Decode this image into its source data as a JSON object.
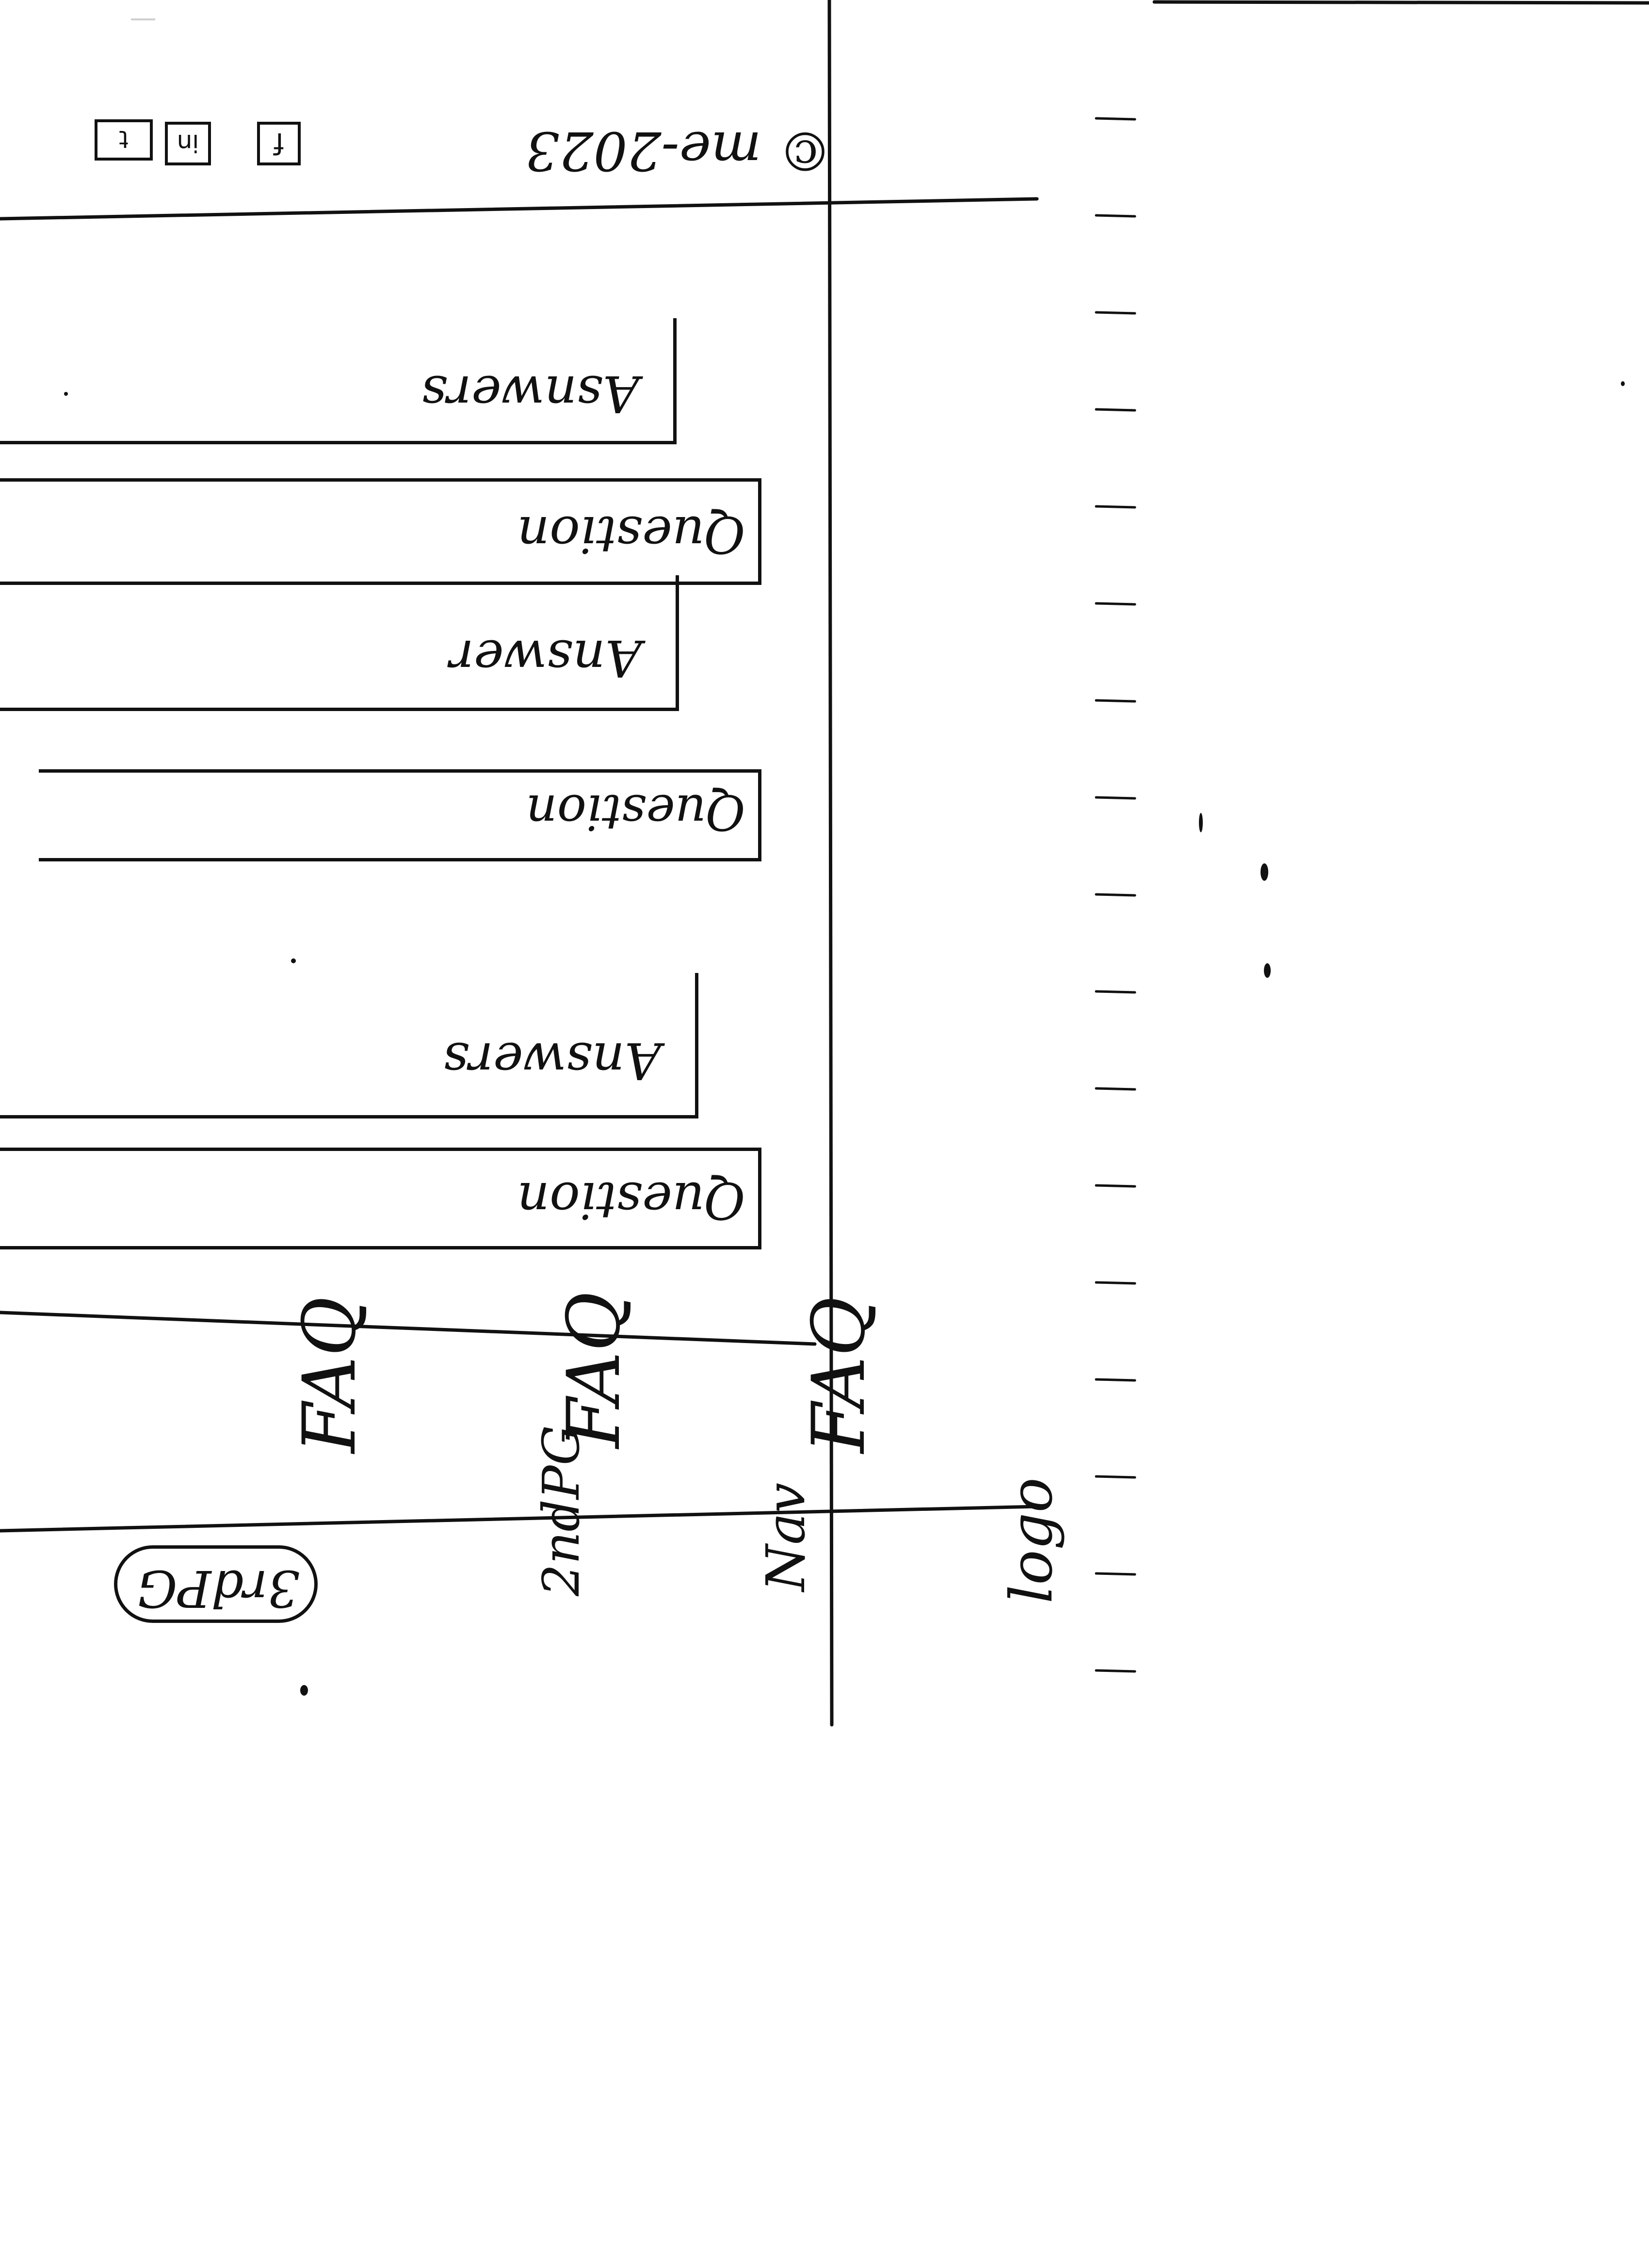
{
  "header": {
    "logo": "logo",
    "nav_items": [
      "Nav",
      "2ndPG"
    ],
    "active_nav": "3rdPG"
  },
  "tabs": [
    "FAQ",
    "FAQ",
    "FAQ"
  ],
  "faq_groups": [
    {
      "question": "Question",
      "answer": "Answers"
    },
    {
      "question": "Question",
      "answer": "Answer"
    },
    {
      "question": "Question",
      "answer": "Asnwers"
    }
  ],
  "footer": {
    "copyright": "© me-2023",
    "social_icons": [
      "facebook-icon",
      "linkedin-icon",
      "twitter-icon"
    ],
    "social_glyphs": [
      "f",
      "in",
      "t"
    ]
  }
}
